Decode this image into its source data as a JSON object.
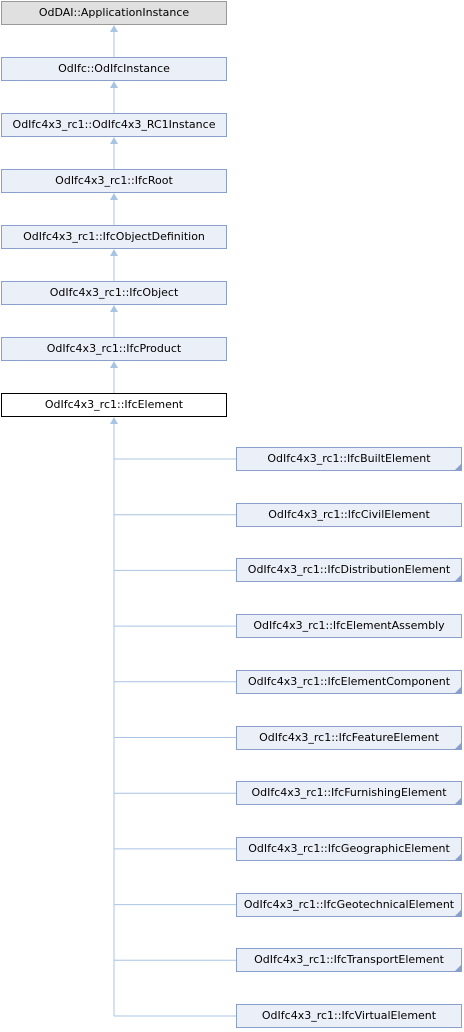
{
  "colors": {
    "edge": "#a9c4e4",
    "node_fill": "#ebeff7",
    "node_border": "#8aa0cc",
    "root_fill": "#e0e0e0",
    "current_border": "#000000"
  },
  "chain": [
    {
      "label": "OdDAI::ApplicationInstance",
      "style": "gray"
    },
    {
      "label": "OdIfc::OdIfcInstance",
      "style": "normal"
    },
    {
      "label": "OdIfc4x3_rc1::OdIfc4x3_RC1Instance",
      "style": "normal"
    },
    {
      "label": "OdIfc4x3_rc1::IfcRoot",
      "style": "normal"
    },
    {
      "label": "OdIfc4x3_rc1::IfcObjectDefinition",
      "style": "normal"
    },
    {
      "label": "OdIfc4x3_rc1::IfcObject",
      "style": "normal"
    },
    {
      "label": "OdIfc4x3_rc1::IfcProduct",
      "style": "normal"
    },
    {
      "label": "OdIfc4x3_rc1::IfcElement",
      "style": "current"
    }
  ],
  "children": [
    {
      "label": "OdIfc4x3_rc1::IfcBuiltElement",
      "has_more": true
    },
    {
      "label": "OdIfc4x3_rc1::IfcCivilElement",
      "has_more": false
    },
    {
      "label": "OdIfc4x3_rc1::IfcDistributionElement",
      "has_more": true
    },
    {
      "label": "OdIfc4x3_rc1::IfcElementAssembly",
      "has_more": false
    },
    {
      "label": "OdIfc4x3_rc1::IfcElementComponent",
      "has_more": true
    },
    {
      "label": "OdIfc4x3_rc1::IfcFeatureElement",
      "has_more": true
    },
    {
      "label": "OdIfc4x3_rc1::IfcFurnishingElement",
      "has_more": true
    },
    {
      "label": "OdIfc4x3_rc1::IfcGeographicElement",
      "has_more": true
    },
    {
      "label": "OdIfc4x3_rc1::IfcGeotechnicalElement",
      "has_more": true
    },
    {
      "label": "OdIfc4x3_rc1::IfcTransportElement",
      "has_more": true
    },
    {
      "label": "OdIfc4x3_rc1::IfcVirtualElement",
      "has_more": false
    }
  ]
}
